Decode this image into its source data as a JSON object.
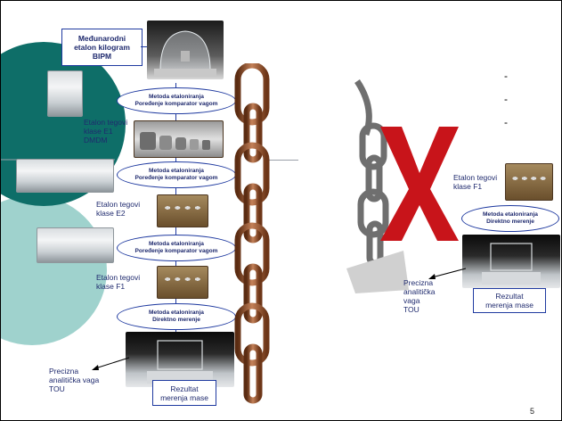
{
  "slide": {
    "page_number": "5",
    "colors": {
      "teal_dark": "#0e6e68",
      "teal_light": "#9fd2cd",
      "accent_blue": "#1f3aa0",
      "text_blue": "#1f2a6e",
      "cross_red": "#c8141a",
      "chain_copper": "#8b4a22"
    }
  },
  "left": {
    "bipm_box": [
      "Međunarodni",
      "etalon kilogram",
      "BIPM"
    ],
    "methods": [
      [
        "Metoda etaloniranja",
        "Poređenje komparator vagom"
      ],
      [
        "Metoda etaloniranja",
        "Poređenje komparator vagom"
      ],
      [
        "Metoda etaloniranja",
        "Poređenje komparator vagom"
      ],
      [
        "Metoda etaloniranja",
        "Direktno merenje"
      ]
    ],
    "labels": {
      "e1": [
        "Etalon tegovi",
        "klase E1",
        "DMDM"
      ],
      "e2": [
        "Etalon tegovi",
        "klase E2"
      ],
      "f1": [
        "Etalon tegovi",
        "klase F1"
      ],
      "tou": [
        "Precizna",
        "analitička vaga",
        "TOU"
      ]
    },
    "result_box": [
      "Rezultat",
      "merenja mase"
    ]
  },
  "right": {
    "dashes": [
      "-",
      "-",
      "-"
    ],
    "f1": [
      "Etalon tegovi",
      "klase F1"
    ],
    "method": [
      "Metoda etaloniranja",
      "Direktno merenje"
    ],
    "tou": [
      "Precizna",
      "analitička",
      "vaga",
      "TOU"
    ],
    "result_box": [
      "Rezultat",
      "merenja mase"
    ],
    "cross_icon": "red-x-icon"
  }
}
